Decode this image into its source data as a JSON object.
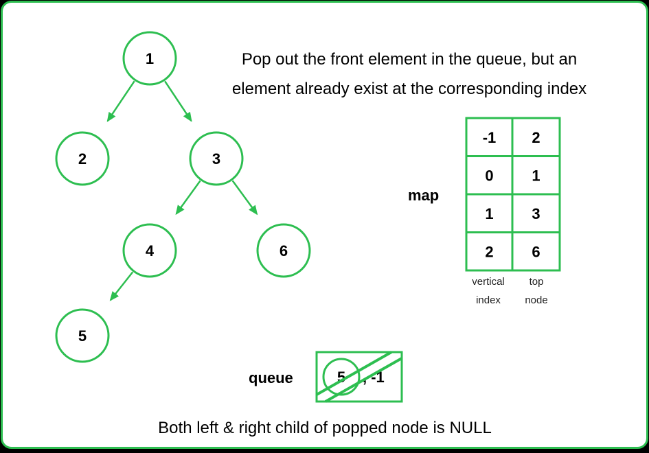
{
  "colors": {
    "accent": "#2DBE50",
    "background": "#FFFFFF",
    "text": "#000000"
  },
  "tree": {
    "nodes": [
      {
        "id": "n1",
        "label": "1"
      },
      {
        "id": "n2",
        "label": "2"
      },
      {
        "id": "n3",
        "label": "3"
      },
      {
        "id": "n4",
        "label": "4"
      },
      {
        "id": "n6",
        "label": "6"
      },
      {
        "id": "n5",
        "label": "5"
      }
    ],
    "edges": [
      {
        "from": "n1",
        "to": "n2"
      },
      {
        "from": "n1",
        "to": "n3"
      },
      {
        "from": "n3",
        "to": "n4"
      },
      {
        "from": "n3",
        "to": "n6"
      },
      {
        "from": "n4",
        "to": "n5"
      }
    ]
  },
  "caption_top": {
    "line1": "Pop out the front element in the queue, but an",
    "line2": "element already exist at the corresponding index"
  },
  "map": {
    "label": "map",
    "rows": [
      {
        "key": "-1",
        "value": "2"
      },
      {
        "key": "0",
        "value": "1"
      },
      {
        "key": "1",
        "value": "3"
      },
      {
        "key": "2",
        "value": "6"
      }
    ],
    "key_header": {
      "line1": "vertical",
      "line2": "index"
    },
    "value_header": {
      "line1": "top",
      "line2": "node"
    }
  },
  "queue": {
    "label": "queue",
    "node_value": "5",
    "separator_index": ", -1",
    "struck_out": true
  },
  "caption_bottom": "Both left & right child of popped node is NULL"
}
